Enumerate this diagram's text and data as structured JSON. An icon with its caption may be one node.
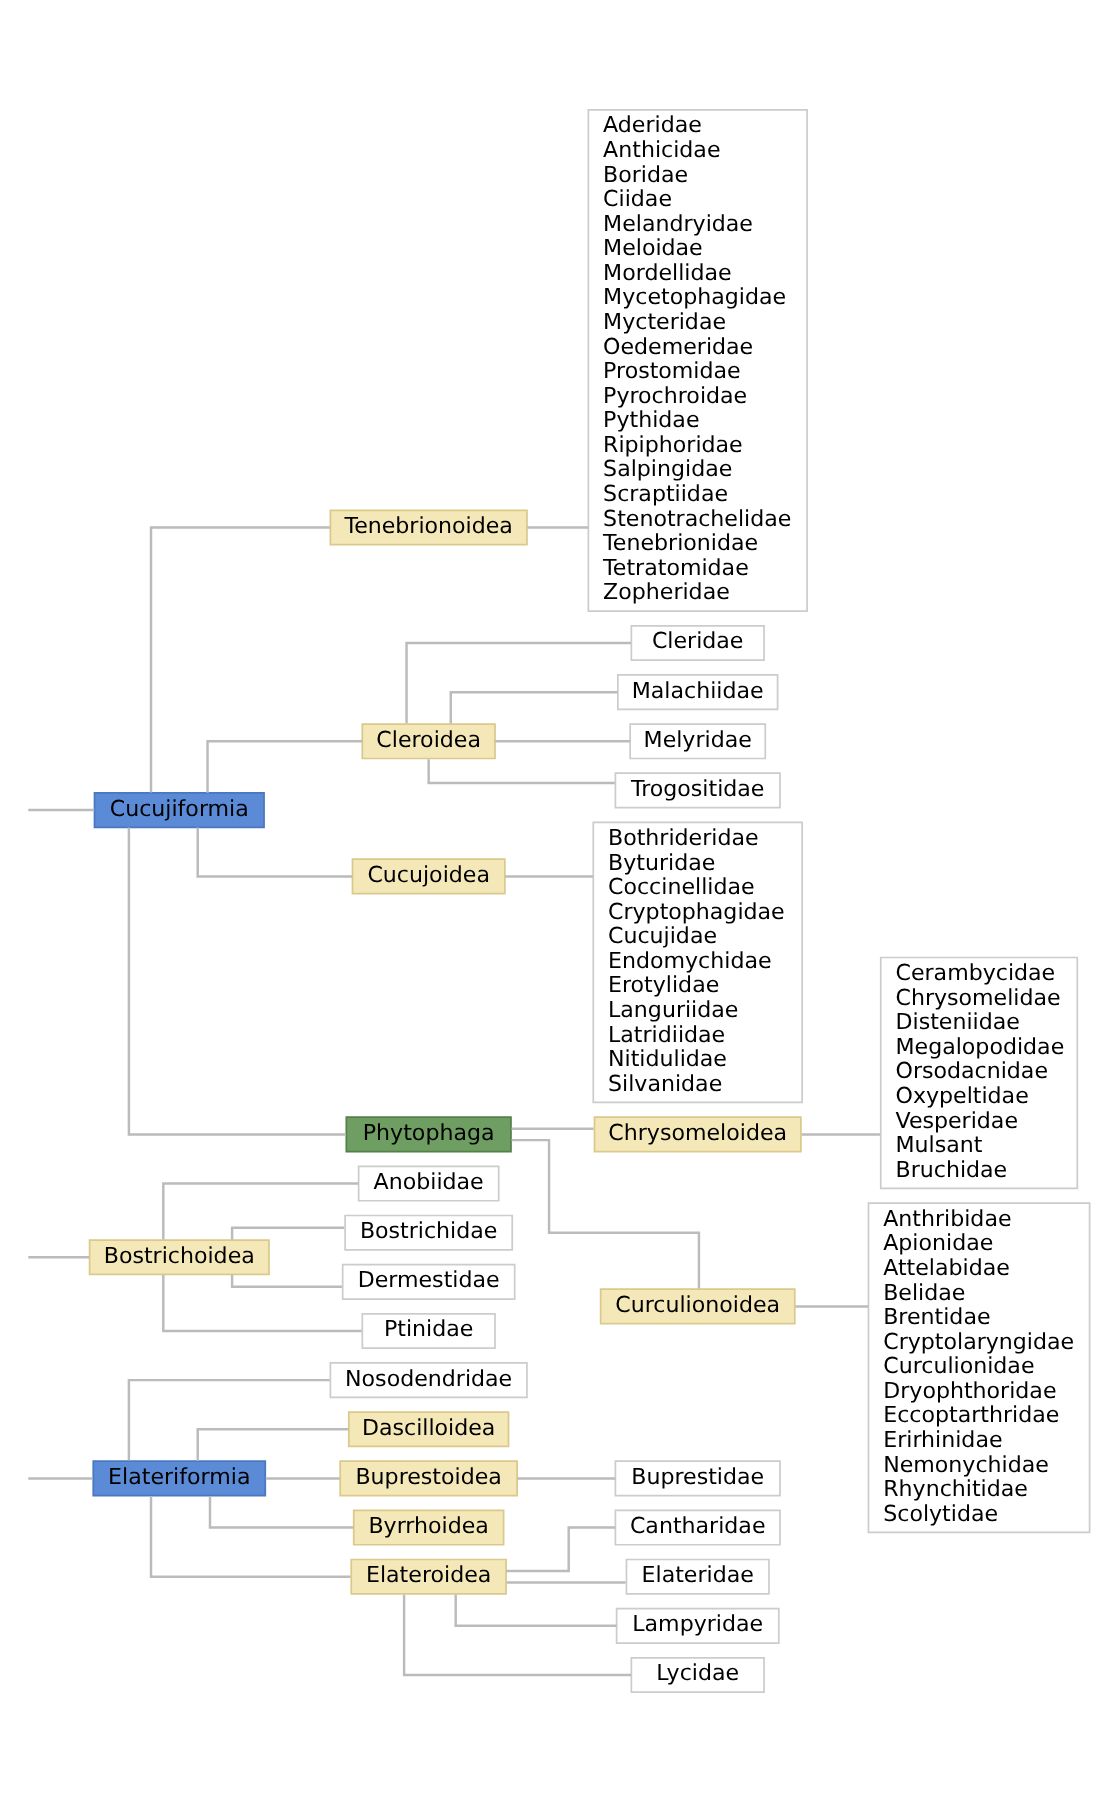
{
  "diagram": {
    "nodes": [
      {
        "text": [
          "Elateriformia"
        ]
      },
      {
        "text": [
          "Nosodendridae"
        ]
      },
      {
        "text": [
          "Dascilloidea"
        ]
      },
      {
        "text": [
          "Buprestoidea"
        ]
      },
      {
        "text": [
          "Buprestidae"
        ]
      },
      {
        "text": [
          "Byrrhoidea"
        ]
      },
      {
        "text": [
          "Elateroidea"
        ]
      },
      {
        "text": [
          "Cantharidae"
        ]
      },
      {
        "text": [
          "Elateridae"
        ]
      },
      {
        "text": [
          "Lampyridae"
        ]
      },
      {
        "text": [
          "Lycidae"
        ]
      },
      {
        "text": [
          "Bostrichoidea"
        ]
      },
      {
        "text": [
          "Anobiidae"
        ]
      },
      {
        "text": [
          "Bostrichidae"
        ]
      },
      {
        "text": [
          "Dermestidae"
        ]
      },
      {
        "text": [
          "Ptinidae"
        ]
      },
      {
        "text": [
          "Cucujiformia"
        ]
      },
      {
        "text": [
          "Tenebrionoidea"
        ]
      },
      {
        "text": [
          "Aderidae",
          "Anthicidae",
          "Boridae",
          "Ciidae",
          "Melandryidae",
          "Meloidae",
          "Mordellidae",
          "Mycetophagidae",
          "Mycteridae",
          "Oedemeridae",
          "Prostomidae",
          "Pyrochroidae",
          "Pythidae",
          "Ripiphoridae",
          "Salpingidae",
          "Scraptiidae",
          "Stenotrachelidae",
          "Tenebrionidae",
          "Tetratomidae",
          "Zopheridae"
        ]
      },
      {
        "text": [
          "Cleroidea"
        ]
      },
      {
        "text": [
          "Cleridae"
        ]
      },
      {
        "text": [
          "Malachiidae"
        ]
      },
      {
        "text": [
          "Melyridae"
        ]
      },
      {
        "text": [
          "Trogositidae"
        ]
      },
      {
        "text": [
          "Cucujoidea"
        ]
      },
      {
        "text": [
          "Bothrideridae",
          "Byturidae",
          "Coccinellidae",
          "Cryptophagidae",
          "Cucujidae",
          "Endomychidae",
          "Erotylidae",
          "Languriidae",
          "Latridiidae",
          "Nitidulidae",
          "Silvanidae"
        ]
      },
      {
        "text": [
          "Phytophaga"
        ]
      },
      {
        "text": [
          "Chrysomeloidea"
        ]
      },
      {
        "text": [
          "Cerambycidae",
          "Chrysomelidae",
          "Disteniidae",
          "Megalopodidae",
          "Orsodacnidae",
          "Oxypeltidae",
          "Vesperidae",
          "Mulsant",
          "Bruchidae"
        ]
      },
      {
        "text": [
          "Curculionoidea"
        ]
      },
      {
        "text": [
          "Anthribidae",
          "Apionidae",
          "Attelabidae",
          "Belidae",
          "Brentidae",
          "Cryptolaryngidae",
          "Curculionidae",
          "Dryophthoridae",
          "Eccoptarthridae",
          "Erirhinidae",
          "Nemonychidae",
          "Rhynchitidae",
          "Scolytidae"
        ]
      }
    ],
    "edges": [
      {
        "from": null,
        "to": 0,
        "arrow": "none"
      },
      {
        "from": 0,
        "to": 1,
        "arrow": "none"
      },
      {
        "from": 0,
        "to": 2,
        "arrow": "none"
      },
      {
        "from": 0,
        "to": 3,
        "arrow": "none"
      },
      {
        "from": 3,
        "to": 4,
        "arrow": "none"
      },
      {
        "from": 0,
        "to": 5,
        "arrow": "none"
      },
      {
        "from": 0,
        "to": 6,
        "arrow": "none"
      },
      {
        "from": 6,
        "to": 7,
        "arrow": "none"
      },
      {
        "from": 6,
        "to": 8,
        "arrow": "none"
      },
      {
        "from": 6,
        "to": 9,
        "arrow": "none"
      },
      {
        "from": 6,
        "to": 10,
        "arrow": "none"
      },
      {
        "from": null,
        "to": 11,
        "arrow": "none"
      },
      {
        "from": 11,
        "to": 12,
        "arrow": "none"
      },
      {
        "from": 11,
        "to": 13,
        "arrow": "none"
      },
      {
        "from": 11,
        "to": 14,
        "arrow": "none"
      },
      {
        "from": 11,
        "to": 15,
        "arrow": "none"
      },
      {
        "from": null,
        "to": 16,
        "arrow": "none"
      },
      {
        "from": 16,
        "to": 17,
        "arrow": "none"
      },
      {
        "from": 17,
        "to": 18,
        "arrow": "none"
      },
      {
        "from": 16,
        "to": 19,
        "arrow": "none"
      },
      {
        "from": 19,
        "to": 20,
        "arrow": "none"
      },
      {
        "from": 19,
        "to": 21,
        "arrow": "none"
      },
      {
        "from": 19,
        "to": 22,
        "arrow": "none"
      },
      {
        "from": 19,
        "to": 23,
        "arrow": "none"
      },
      {
        "from": 16,
        "to": 24,
        "arrow": "none"
      },
      {
        "from": 24,
        "to": 25,
        "arrow": "none"
      },
      {
        "from": 16,
        "to": 26,
        "arrow": "none"
      },
      {
        "from": 26,
        "to": 27,
        "arrow": "none"
      },
      {
        "from": 27,
        "to": 28,
        "arrow": "none"
      },
      {
        "from": 26,
        "to": 29,
        "arrow": "none"
      },
      {
        "from": 29,
        "to": 30,
        "arrow": "none"
      }
    ]
  }
}
